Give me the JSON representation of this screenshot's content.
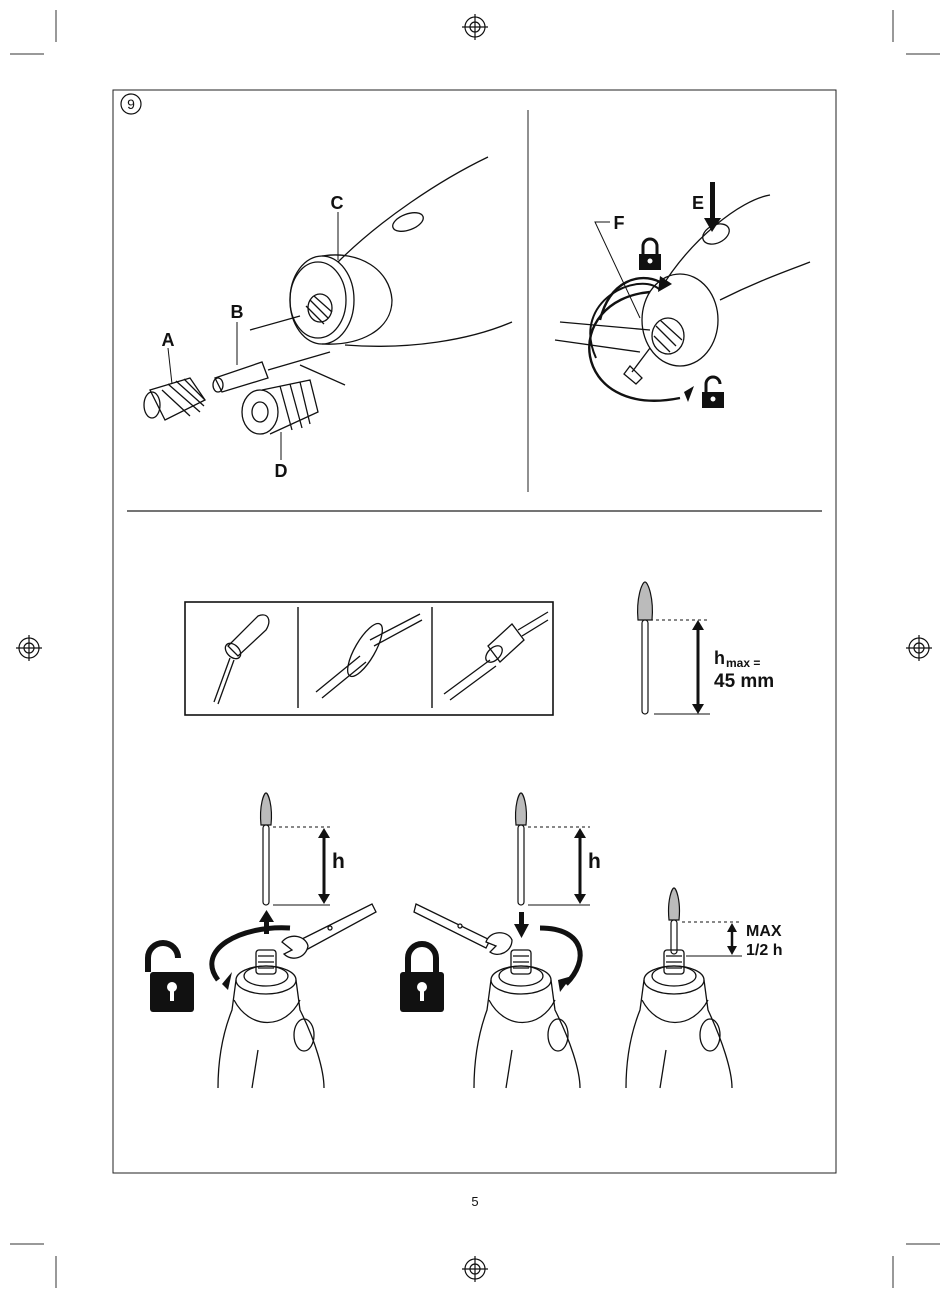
{
  "figure": {
    "number": "9",
    "labels": {
      "a": "A",
      "b": "B",
      "c": "C",
      "d": "D",
      "e": "E",
      "f": "F"
    },
    "hmax_symbol": "h",
    "hmax_sub": "max =",
    "hmax_value": "45 mm",
    "h_label": "h",
    "max_label": "MAX",
    "half_h_label": "1/2 h"
  },
  "page_number": "5"
}
